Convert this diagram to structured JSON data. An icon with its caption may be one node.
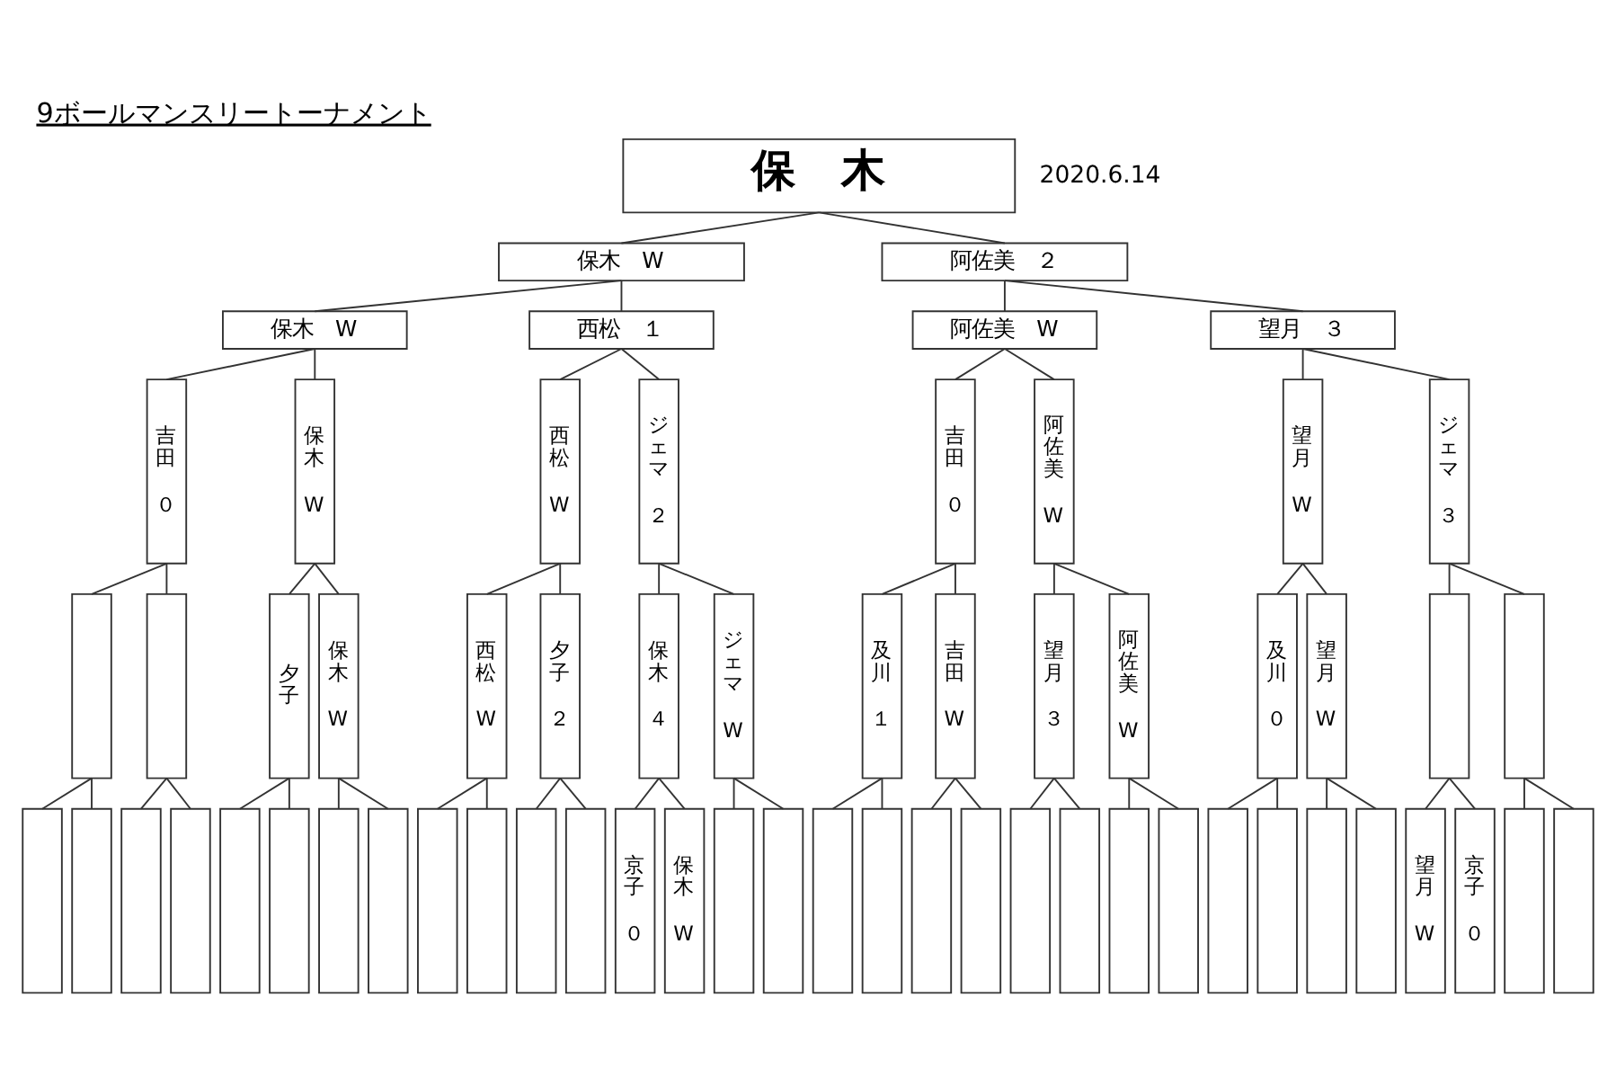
{
  "diagram": {
    "title": "9ボールマンスリートーナメント",
    "nodes": [
      {
        "text": [
          "保　木"
        ]
      },
      {
        "text": [
          "保木　W"
        ]
      },
      {
        "text": [
          "阿佐美　２"
        ]
      },
      {
        "text": [
          "保木　W"
        ]
      },
      {
        "text": [
          "西松　１"
        ]
      },
      {
        "text": [
          "阿佐美　W"
        ]
      },
      {
        "text": [
          "望月　３"
        ]
      },
      {
        "text": [
          "吉田",
          "０"
        ]
      },
      {
        "text": [
          "保木",
          "W"
        ]
      },
      {
        "text": [
          "西松",
          "W"
        ]
      },
      {
        "text": [
          "ジェマ",
          "２"
        ]
      },
      {
        "text": [
          "吉田",
          "０"
        ]
      },
      {
        "text": [
          "阿佐美",
          "W"
        ]
      },
      {
        "text": [
          "望月",
          "W"
        ]
      },
      {
        "text": [
          "ジェマ",
          "３"
        ]
      },
      {
        "text": [],
        "shape": "box"
      },
      {
        "text": [],
        "shape": "box"
      },
      {
        "text": [
          "夕子"
        ]
      },
      {
        "text": [
          "保木",
          "W"
        ]
      },
      {
        "text": [
          "西松",
          "W"
        ]
      },
      {
        "text": [
          "夕子",
          "２"
        ]
      },
      {
        "text": [
          "保木",
          "４"
        ]
      },
      {
        "text": [
          "ジェマ",
          "W"
        ]
      },
      {
        "text": [
          "及川",
          "１"
        ]
      },
      {
        "text": [
          "吉田",
          "W"
        ]
      },
      {
        "text": [
          "望月",
          "３"
        ]
      },
      {
        "text": [
          "阿佐美",
          "W"
        ]
      },
      {
        "text": [
          "及川",
          "０"
        ]
      },
      {
        "text": [
          "望月",
          "W"
        ]
      },
      {
        "text": [],
        "shape": "box"
      },
      {
        "text": [],
        "shape": "box"
      },
      {
        "text": [],
        "shape": "box"
      },
      {
        "text": [],
        "shape": "box"
      },
      {
        "text": [],
        "shape": "box"
      },
      {
        "text": [],
        "shape": "box"
      },
      {
        "text": [],
        "shape": "box"
      },
      {
        "text": [],
        "shape": "box"
      },
      {
        "text": [],
        "shape": "box"
      },
      {
        "text": [],
        "shape": "box"
      },
      {
        "text": [],
        "shape": "box"
      },
      {
        "text": [],
        "shape": "box"
      },
      {
        "text": [],
        "shape": "box"
      },
      {
        "text": [],
        "shape": "box"
      },
      {
        "text": [
          "京子",
          "０"
        ]
      },
      {
        "text": [
          "保木",
          "W"
        ]
      },
      {
        "text": [],
        "shape": "box"
      },
      {
        "text": [],
        "shape": "box"
      },
      {
        "text": [],
        "shape": "box"
      },
      {
        "text": [],
        "shape": "box"
      },
      {
        "text": [],
        "shape": "box"
      },
      {
        "text": [],
        "shape": "box"
      },
      {
        "text": [],
        "shape": "box"
      },
      {
        "text": [],
        "shape": "box"
      },
      {
        "text": [],
        "shape": "box"
      },
      {
        "text": [],
        "shape": "box"
      },
      {
        "text": [],
        "shape": "box"
      },
      {
        "text": [],
        "shape": "box"
      },
      {
        "text": [],
        "shape": "box"
      },
      {
        "text": [],
        "shape": "box"
      },
      {
        "text": [
          "望月",
          "W"
        ]
      },
      {
        "text": [
          "京子",
          "０"
        ]
      },
      {
        "text": [],
        "shape": "box"
      },
      {
        "text": [],
        "shape": "box"
      }
    ],
    "edges": [
      {
        "from": 0,
        "to": 1,
        "arrow": "none"
      },
      {
        "from": 0,
        "to": 2,
        "arrow": "none"
      },
      {
        "from": 1,
        "to": 3,
        "arrow": "none"
      },
      {
        "from": 1,
        "to": 4,
        "arrow": "none"
      },
      {
        "from": 2,
        "to": 5,
        "arrow": "none"
      },
      {
        "from": 2,
        "to": 6,
        "arrow": "none"
      },
      {
        "from": 3,
        "to": 7,
        "arrow": "none"
      },
      {
        "from": 3,
        "to": 8,
        "arrow": "none"
      },
      {
        "from": 4,
        "to": 9,
        "arrow": "none"
      },
      {
        "from": 4,
        "to": 10,
        "arrow": "none"
      },
      {
        "from": 5,
        "to": 11,
        "arrow": "none"
      },
      {
        "from": 5,
        "to": 12,
        "arrow": "none"
      },
      {
        "from": 6,
        "to": 13,
        "arrow": "none"
      },
      {
        "from": 6,
        "to": 14,
        "arrow": "none"
      },
      {
        "from": 7,
        "to": 15,
        "arrow": "none"
      },
      {
        "from": 7,
        "to": 16,
        "arrow": "none"
      },
      {
        "from": 8,
        "to": 17,
        "arrow": "none"
      },
      {
        "from": 8,
        "to": 18,
        "arrow": "none"
      },
      {
        "from": 9,
        "to": 19,
        "arrow": "none"
      },
      {
        "from": 9,
        "to": 20,
        "arrow": "none"
      },
      {
        "from": 10,
        "to": 21,
        "arrow": "none"
      },
      {
        "from": 10,
        "to": 22,
        "arrow": "none"
      },
      {
        "from": 11,
        "to": 23,
        "arrow": "none"
      },
      {
        "from": 11,
        "to": 24,
        "arrow": "none"
      },
      {
        "from": 12,
        "to": 25,
        "arrow": "none"
      },
      {
        "from": 12,
        "to": 26,
        "arrow": "none"
      },
      {
        "from": 13,
        "to": 27,
        "arrow": "none"
      },
      {
        "from": 13,
        "to": 28,
        "arrow": "none"
      },
      {
        "from": 14,
        "to": 29,
        "arrow": "none"
      },
      {
        "from": 14,
        "to": 30,
        "arrow": "none"
      },
      {
        "from": 15,
        "to": 31,
        "arrow": "none"
      },
      {
        "from": 15,
        "to": 32,
        "arrow": "none"
      },
      {
        "from": 16,
        "to": 33,
        "arrow": "none"
      },
      {
        "from": 16,
        "to": 34,
        "arrow": "none"
      },
      {
        "from": 17,
        "to": 35,
        "arrow": "none"
      },
      {
        "from": 17,
        "to": 36,
        "arrow": "none"
      },
      {
        "from": 18,
        "to": 37,
        "arrow": "none"
      },
      {
        "from": 18,
        "to": 38,
        "arrow": "none"
      },
      {
        "from": 19,
        "to": 39,
        "arrow": "none"
      },
      {
        "from": 19,
        "to": 40,
        "arrow": "none"
      },
      {
        "from": 20,
        "to": 41,
        "arrow": "none"
      },
      {
        "from": 20,
        "to": 42,
        "arrow": "none"
      },
      {
        "from": 21,
        "to": 43,
        "arrow": "none"
      },
      {
        "from": 21,
        "to": 44,
        "arrow": "none"
      },
      {
        "from": 22,
        "to": 45,
        "arrow": "none"
      },
      {
        "from": 22,
        "to": 46,
        "arrow": "none"
      },
      {
        "from": 23,
        "to": 47,
        "arrow": "none"
      },
      {
        "from": 23,
        "to": 48,
        "arrow": "none"
      },
      {
        "from": 24,
        "to": 49,
        "arrow": "none"
      },
      {
        "from": 24,
        "to": 50,
        "arrow": "none"
      },
      {
        "from": 25,
        "to": 51,
        "arrow": "none"
      },
      {
        "from": 25,
        "to": 52,
        "arrow": "none"
      },
      {
        "from": 26,
        "to": 53,
        "arrow": "none"
      },
      {
        "from": 26,
        "to": 54,
        "arrow": "none"
      },
      {
        "from": 27,
        "to": 55,
        "arrow": "none"
      },
      {
        "from": 27,
        "to": 56,
        "arrow": "none"
      },
      {
        "from": 28,
        "to": 57,
        "arrow": "none"
      },
      {
        "from": 28,
        "to": 58,
        "arrow": "none"
      },
      {
        "from": 29,
        "to": 59,
        "arrow": "none"
      },
      {
        "from": 29,
        "to": 60,
        "arrow": "none"
      },
      {
        "from": 30,
        "to": 61,
        "arrow": "none"
      },
      {
        "from": 30,
        "to": 62,
        "arrow": "none"
      }
    ],
    "labels": [
      "2020.6.14"
    ]
  }
}
